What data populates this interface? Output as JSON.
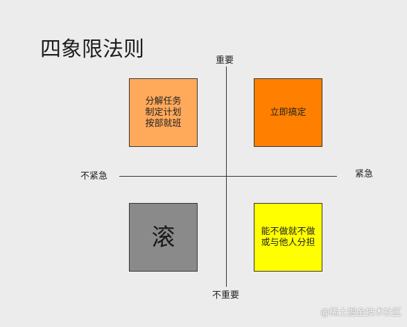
{
  "title": "四象限法则",
  "axes": {
    "top": "重要",
    "bottom": "不重要",
    "left": "不紧急",
    "right": "紧急"
  },
  "quadrants": {
    "important_not_urgent": {
      "lines": [
        "分解任务",
        "制定计划",
        "按部就班"
      ],
      "color": "#ffa95a"
    },
    "important_urgent": {
      "lines": [
        "立即搞定"
      ],
      "color": "#ff8000"
    },
    "not_important_not_urgent": {
      "text": "滚",
      "color": "#8a8a8a"
    },
    "not_important_urgent": {
      "lines": [
        "能不做就不做",
        "或与他人分担"
      ],
      "color": "#ffff00"
    }
  },
  "watermark": "@稀土掘金技术社区"
}
